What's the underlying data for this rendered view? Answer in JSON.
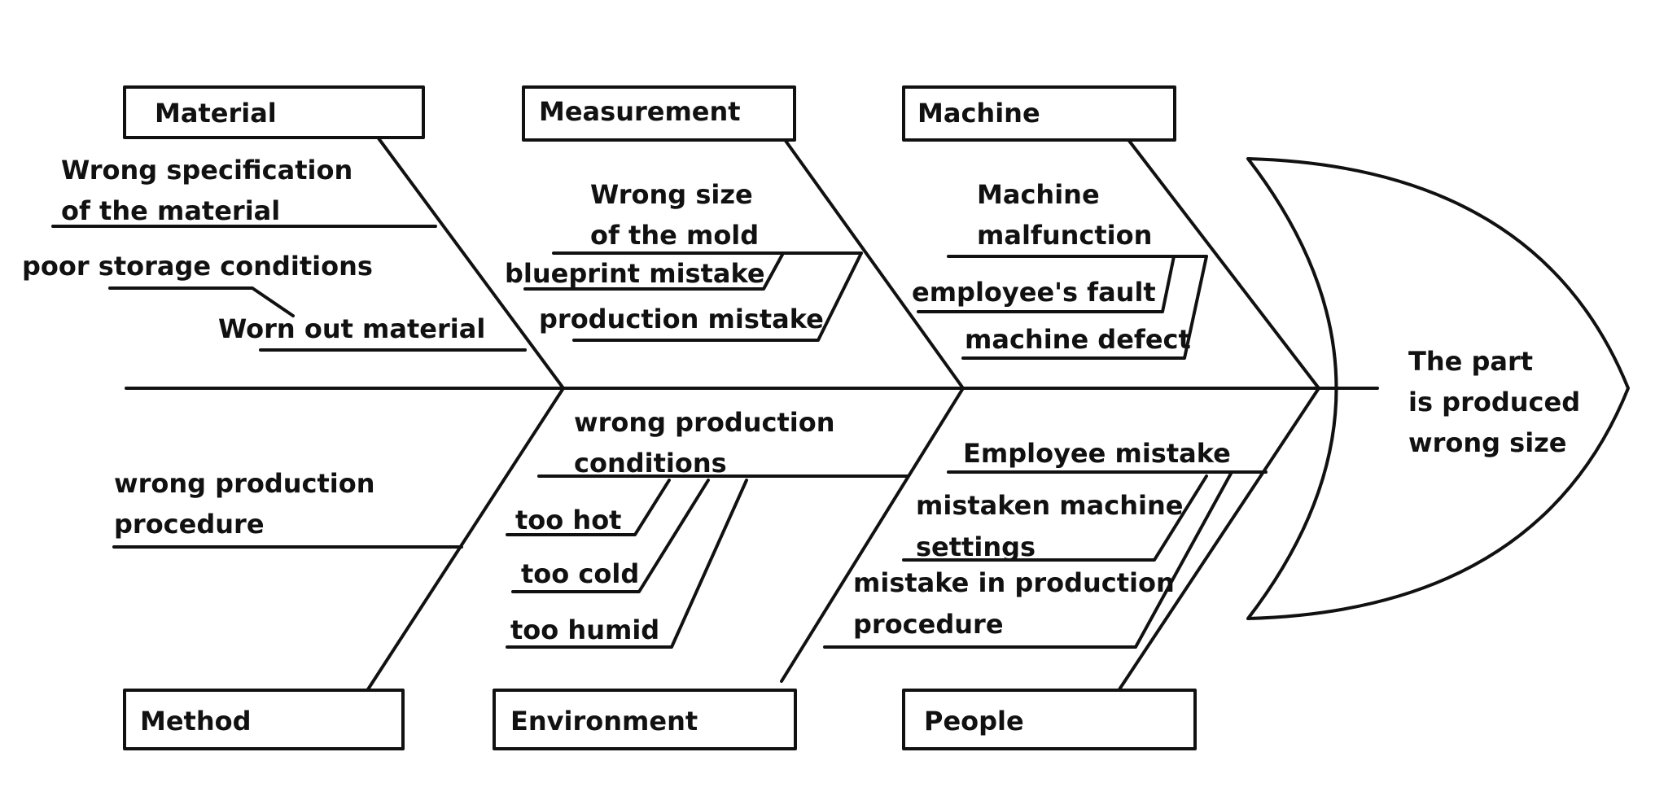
{
  "categories": {
    "material": "Material",
    "measurement": "Measurement",
    "machine": "Machine",
    "method": "Method",
    "environment": "Environment",
    "people": "People"
  },
  "causes": {
    "material": {
      "wrong_spec_line1": "Wrong specification",
      "wrong_spec_line2": "of the material",
      "poor_storage": "poor storage conditions",
      "worn_out": "Worn out material"
    },
    "measurement": {
      "wrong_size_line1": "Wrong size",
      "wrong_size_line2": "of the mold",
      "blueprint": "blueprint mistake",
      "production": "production mistake"
    },
    "machine": {
      "malfunction_line1": "Machine",
      "malfunction_line2": "malfunction",
      "employee_fault": "employee's fault",
      "defect": "machine defect"
    },
    "method": {
      "procedure_line1": "wrong production",
      "procedure_line2": "procedure"
    },
    "environment": {
      "conditions_line1": "wrong production",
      "conditions_line2": "conditions",
      "too_hot": "too hot",
      "too_cold": "too cold",
      "too_humid": "too humid"
    },
    "people": {
      "employee_mistake": "Employee  mistake",
      "settings_line1": "mistaken machine",
      "settings_line2": "settings",
      "procedure_line1": "mistake in production",
      "procedure_line2": "procedure"
    }
  },
  "effect": {
    "line1": "The part",
    "line2": "is produced",
    "line3": "wrong size"
  }
}
